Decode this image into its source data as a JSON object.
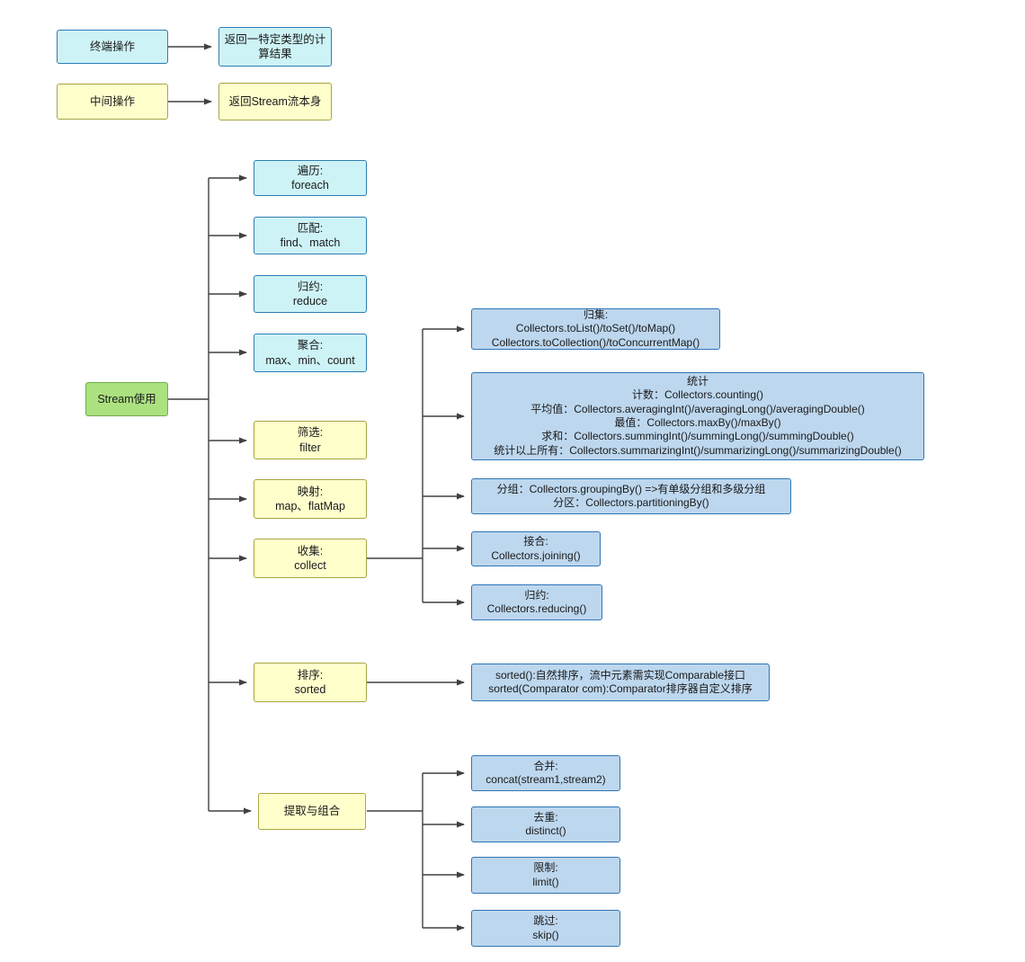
{
  "colors": {
    "cyan_fill": "#cdf3f6",
    "cyan_border": "#2d7cb5",
    "yellow_fill": "#ffffcc",
    "yellow_border": "#a8a542",
    "green_fill": "#abe17f",
    "green_border": "#6fae49",
    "blue_fill": "#bdd7ee",
    "blue_border": "#2e75b6",
    "line": "#404040"
  },
  "legend": {
    "terminal_label": "终端操作",
    "terminal_result": "返回一特定类型的计\n算结果",
    "intermediate_label": "中间操作",
    "intermediate_result": "返回Stream流本身"
  },
  "root_label": "Stream使用",
  "nodes": {
    "traverse": "遍历:\nforeach",
    "match": "匹配:\nfind、match",
    "reduce": "归约:\nreduce",
    "aggregate": "聚合:\nmax、min、count",
    "filter": "筛选:\nfilter",
    "map": "映射:\nmap、flatMap",
    "collect": "收集:\ncollect",
    "sorted": "排序:\nsorted",
    "extract": "提取与组合",
    "collect_tolist": "归集:\nCollectors.toList()/toSet()/toMap()\nCollectors.toCollection()/toConcurrentMap()",
    "collect_stats": "统计\n计数：Collectors.counting()\n平均值：Collectors.averagingInt()/averagingLong()/averagingDouble()\n最值：Collectors.maxBy()/maxBy()\n求和：Collectors.summingInt()/summingLong()/summingDouble()\n统计以上所有：Collectors.summarizingInt()/summarizingLong()/summarizingDouble()",
    "collect_group": "分组：Collectors.groupingBy() =>有单级分组和多级分组\n分区：Collectors.partitioningBy()",
    "collect_join": "接合:\nCollectors.joining()",
    "collect_reduce": "归约:\nCollectors.reducing()",
    "sorted_detail": "sorted():自然排序，流中元素需实现Comparable接口\nsorted(Comparator com):Comparator排序器自定义排序",
    "concat": "合并:\nconcat(stream1,stream2)",
    "distinct": "去重:\ndistinct()",
    "limit": "限制:\nlimit()",
    "skip": "跳过:\nskip()"
  }
}
